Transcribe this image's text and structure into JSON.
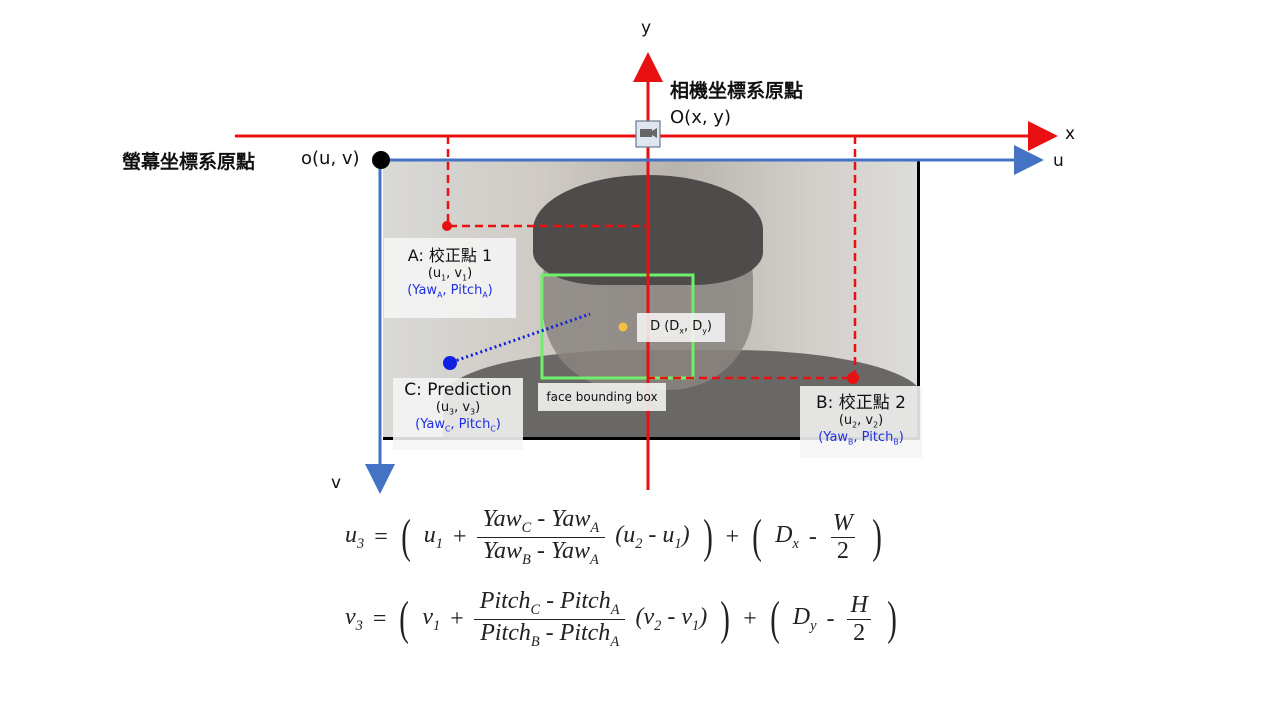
{
  "camera_origin": {
    "title": "相機坐標系原點",
    "coord": "O(x, y)",
    "icon": "camera-icon"
  },
  "screen_origin": {
    "title": "螢幕坐標系原點",
    "coord": "o(u, v)"
  },
  "axes": {
    "x": "x",
    "y": "y",
    "u": "u",
    "v": "v"
  },
  "point_a": {
    "title": "A: 校正點 1",
    "coord_base": "(u",
    "coord_sub1": "1",
    "coord_mid": ", v",
    "coord_sub2": "1",
    "coord_end": ")",
    "angle_yaw": "(Yaw",
    "angle_sub1": "A",
    "angle_mid": ", Pitch",
    "angle_sub2": "A",
    "angle_end": ")"
  },
  "point_b": {
    "title": "B: 校正點 2",
    "coord_base": "(u",
    "coord_sub1": "2",
    "coord_mid": ", v",
    "coord_sub2": "2",
    "coord_end": ")",
    "angle_yaw": "(Yaw",
    "angle_sub1": "B",
    "angle_mid": ", Pitch",
    "angle_sub2": "B",
    "angle_end": ")"
  },
  "point_c": {
    "title": "C: Prediction",
    "coord_base": "(u",
    "coord_sub1": "3",
    "coord_mid": ", v",
    "coord_sub2": "3",
    "coord_end": ")",
    "angle_yaw": "(Yaw",
    "angle_sub1": "C",
    "angle_mid": ", Pitch",
    "angle_sub2": "C",
    "angle_end": ")"
  },
  "point_d": {
    "base": "D (D",
    "sub1": "x",
    "mid": ", D",
    "sub2": "y",
    "end": ")"
  },
  "face_box_label": "face bounding box",
  "colors": {
    "camera_axis": "#e81010",
    "screen_axis": "#4472c4",
    "face_box": "#6ef06a",
    "prediction": "#1020e0",
    "center": "#f5c040"
  },
  "equations": {
    "u": {
      "lhs": "u",
      "lhs_sub": "3",
      "eq": "=",
      "t1": "u",
      "t1_sub": "1",
      "plus": "+",
      "num_a": "Yaw",
      "num_a_sub": "C",
      "minus": "-",
      "num_b": "Yaw",
      "num_b_sub": "A",
      "den_a": "Yaw",
      "den_a_sub": "B",
      "den_b": "Yaw",
      "den_b_sub": "A",
      "p_a": "(u",
      "p_a_sub": "2",
      "p_b": "u",
      "p_b_sub": "1",
      "p_end": ")",
      "d": "D",
      "d_sub": "x",
      "half_num": "W",
      "half_den": "2",
      "lp": "(",
      "rp": ")"
    },
    "v": {
      "lhs": "v",
      "lhs_sub": "3",
      "eq": "=",
      "t1": "v",
      "t1_sub": "1",
      "plus": "+",
      "num_a": "Pitch",
      "num_a_sub": "C",
      "minus": "-",
      "num_b": "Pitch",
      "num_b_sub": "A",
      "den_a": "Pitch",
      "den_a_sub": "B",
      "den_b": "Pitch",
      "den_b_sub": "A",
      "p_a": "(v",
      "p_a_sub": "2",
      "p_b": "v",
      "p_b_sub": "1",
      "p_end": ")",
      "d": "D",
      "d_sub": "y",
      "half_num": "H",
      "half_den": "2",
      "lp": "(",
      "rp": ")"
    }
  }
}
